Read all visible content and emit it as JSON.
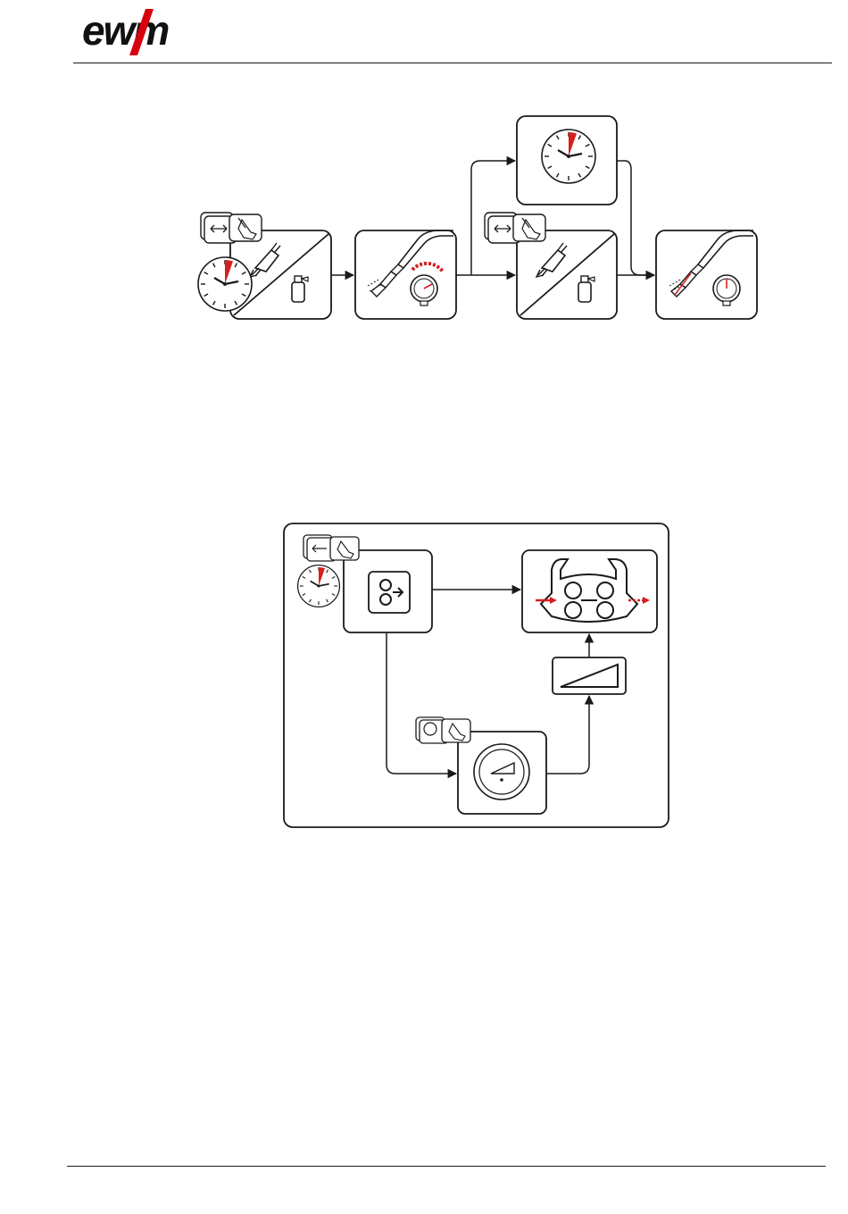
{
  "header": {
    "logo_text": "ewm",
    "brand_color": "#d6000f"
  },
  "colors": {
    "accent_red": "#d81e1e",
    "line": "#1a1a1a"
  },
  "diagram_top": {
    "nodes": [
      {
        "id": "gas-pre-flow-time",
        "icons": [
          "clock-icon",
          "hand-press-icon",
          "gas-cylinder-icon",
          "toggle-arrows-icon"
        ]
      },
      {
        "id": "gas-flow",
        "icons": [
          "welding-torch-icon",
          "gas-pressure-gauge-icon"
        ]
      },
      {
        "id": "timer",
        "icons": [
          "clock-icon"
        ]
      },
      {
        "id": "gas-post-control",
        "icons": [
          "hand-press-icon",
          "gas-cylinder-icon",
          "toggle-arrows-icon"
        ]
      },
      {
        "id": "gas-off",
        "icons": [
          "welding-torch-icon",
          "gas-pressure-gauge-icon",
          "no-gas-flow-icon"
        ]
      }
    ]
  },
  "diagram_bottom": {
    "nodes": [
      {
        "id": "wire-inching",
        "icons": [
          "wire-inching-icon",
          "clock-icon",
          "arrow-key-hand-icon"
        ]
      },
      {
        "id": "wire-feed-rolls",
        "icons": [
          "wire-feed-rolls-icon"
        ]
      },
      {
        "id": "ramp",
        "icons": [
          "ramp-icon"
        ]
      },
      {
        "id": "speed-dial",
        "icons": [
          "rotary-knob-icon",
          "knob-hand-icon"
        ]
      }
    ]
  }
}
